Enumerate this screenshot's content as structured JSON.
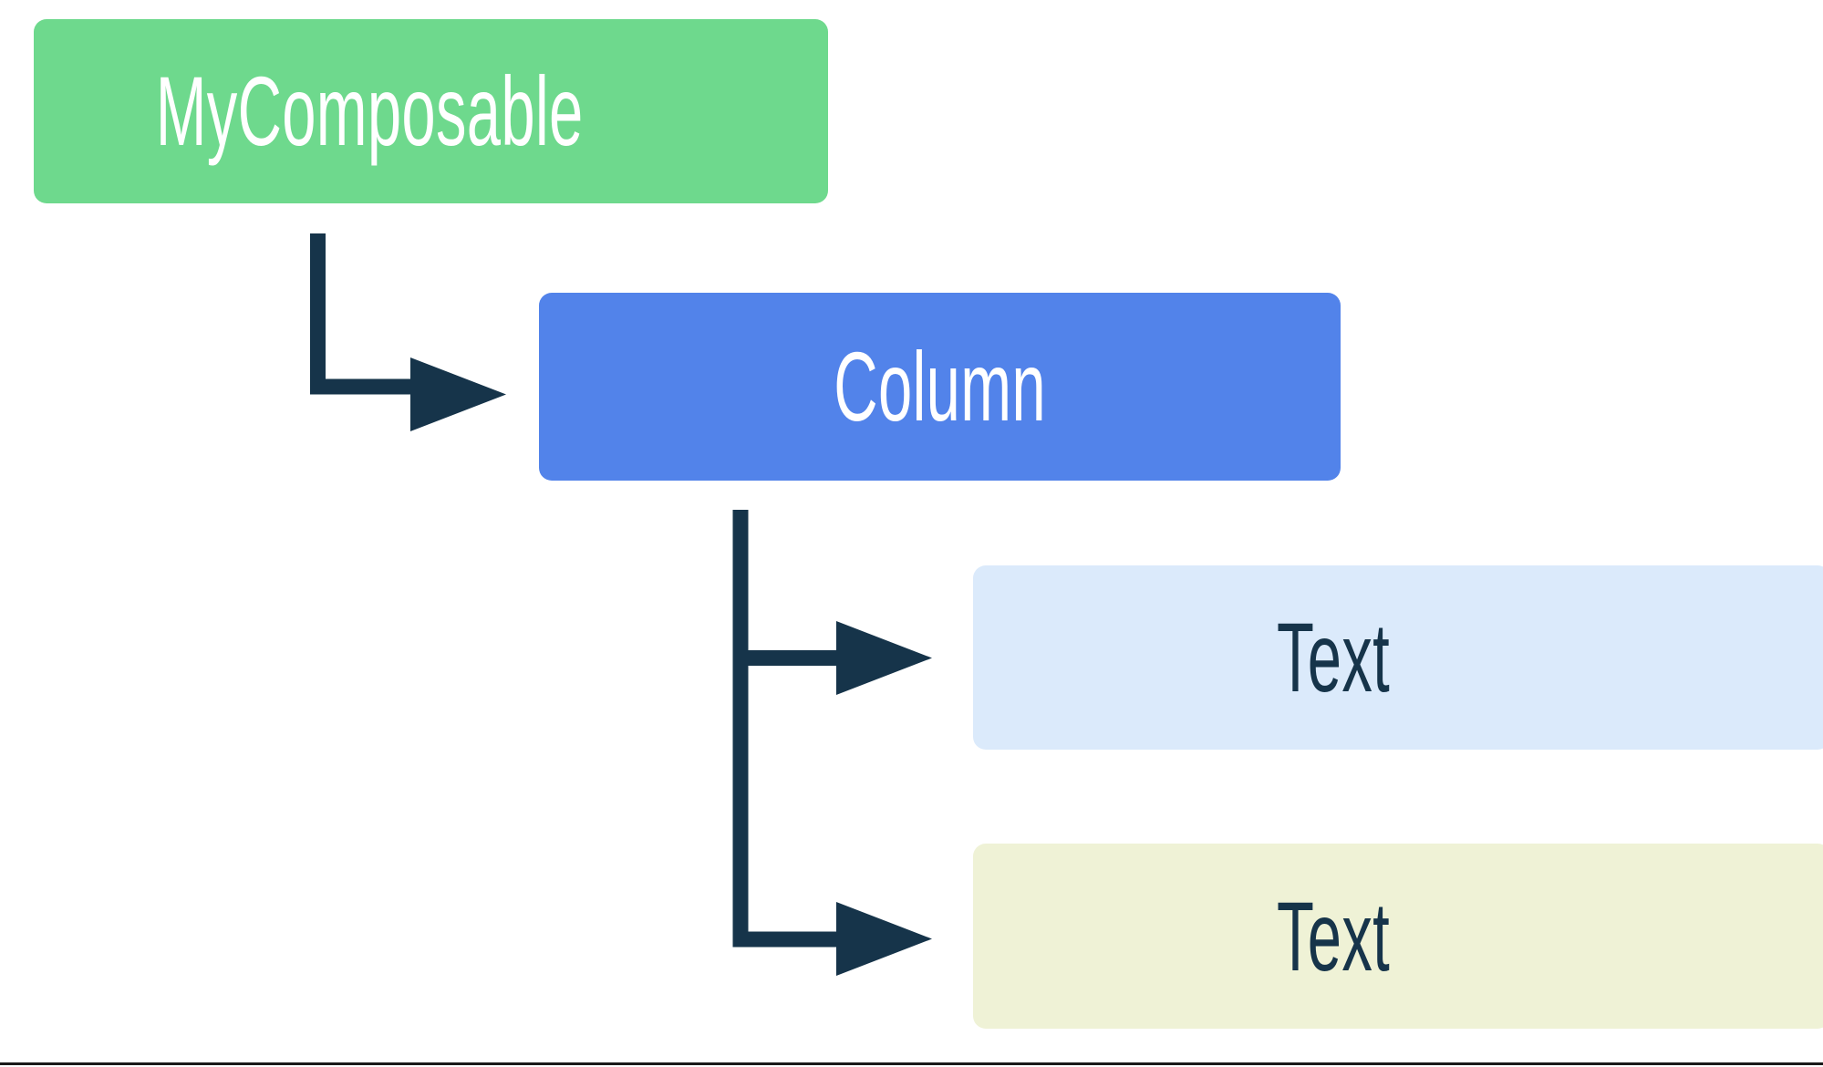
{
  "diagram": {
    "type": "composable-tree",
    "background_color": "#ffffff",
    "connector_color": "#16344a",
    "nodes": [
      {
        "id": "root",
        "label": "MyComposable",
        "fill_color": "#6ed98d",
        "text_color": "#ffffff",
        "level": 0
      },
      {
        "id": "column",
        "label": "Column",
        "fill_color": "#5283ea",
        "text_color": "#ffffff",
        "level": 1
      },
      {
        "id": "text-1",
        "label": "Text",
        "fill_color": "#dbeafb",
        "text_color": "#16344a",
        "level": 2
      },
      {
        "id": "text-2",
        "label": "Text",
        "fill_color": "#eff2d6",
        "text_color": "#16344a",
        "level": 2
      }
    ],
    "edges": [
      {
        "id": "root-to-column",
        "from": "root",
        "to": "column",
        "style": "elbow-arrow"
      },
      {
        "id": "column-to-text-1",
        "from": "column",
        "to": "text-1",
        "style": "elbow-arrow"
      },
      {
        "id": "column-to-text-2",
        "from": "column",
        "to": "text-2",
        "style": "elbow-arrow"
      }
    ]
  }
}
